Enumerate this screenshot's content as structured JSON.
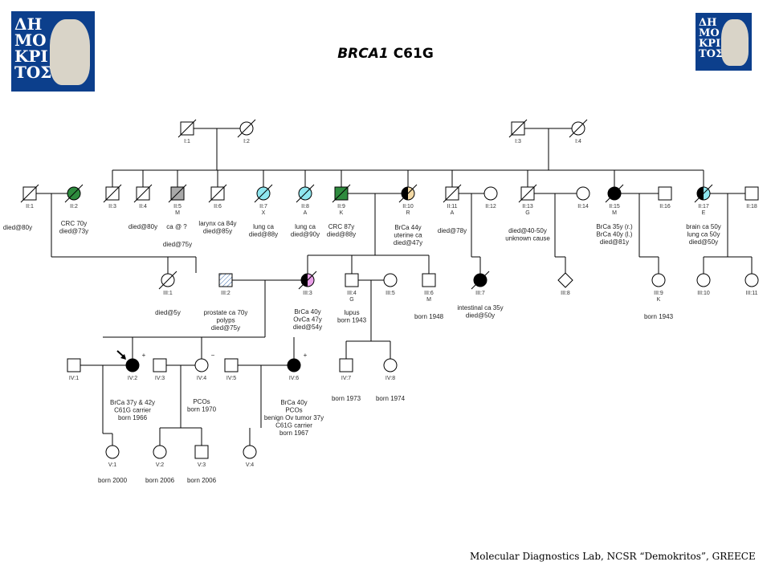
{
  "title": {
    "gene": "BRCA1",
    "variant": "C61G"
  },
  "footer": "Molecular Diagnostics Lab, NCSR “Demokritos”, GREECE",
  "logo": {
    "text": "ΔΗΜΟΚΡΙΤΟΣ",
    "bg": "#0c3f8c"
  },
  "colors": {
    "crc": "#2e8b3e",
    "lung": "#8ee6ef",
    "ovarian": "#e9a0e8",
    "uterine": "#f3d9a5",
    "cancer": "#000000",
    "affected_gray": "#a9a9a9",
    "line": "#000000"
  },
  "individuals": {
    "I1": {
      "label": "I:1"
    },
    "I2": {
      "label": "I:2"
    },
    "I3": {
      "label": "I:3"
    },
    "I4": {
      "label": "I:4"
    },
    "II1": {
      "label": "II:1",
      "notes": [
        "died@80y"
      ]
    },
    "II2": {
      "label": "II:2",
      "notes": [
        "CRC 70y",
        "died@73y"
      ]
    },
    "II3": {
      "label": "II:3"
    },
    "II4": {
      "label": "II:4",
      "notes": [
        "died@80y"
      ]
    },
    "II5": {
      "label": "II:5",
      "sub": "M",
      "notes": [
        "ca @ ?",
        "died@75y"
      ]
    },
    "II6": {
      "label": "II:6",
      "notes": [
        "larynx ca 84y",
        "died@85y"
      ]
    },
    "II7": {
      "label": "II:7",
      "sub": "X",
      "notes": [
        "lung ca",
        "died@88y"
      ]
    },
    "II8": {
      "label": "II:8",
      "sub": "A",
      "notes": [
        "lung ca",
        "died@90y"
      ]
    },
    "II9": {
      "label": "II:9",
      "sub": "K",
      "notes": [
        "CRC 87y",
        "died@88y"
      ]
    },
    "II10": {
      "label": "II:10",
      "sub": "R",
      "notes": [
        "BrCa 44y",
        "uterine ca",
        "died@47y"
      ]
    },
    "II11": {
      "label": "II:11",
      "sub": "A",
      "notes": [
        "died@78y"
      ]
    },
    "II12": {
      "label": "II:12"
    },
    "II13": {
      "label": "II:13",
      "sub": "G",
      "notes": [
        "died@40-50y",
        "unknown cause"
      ]
    },
    "II14": {
      "label": "II:14"
    },
    "II15": {
      "label": "II:15",
      "sub": "M",
      "notes": [
        "BrCa 35y (r.)",
        "BrCa 40y (l.)",
        "died@81y"
      ]
    },
    "II16": {
      "label": "II:16"
    },
    "II17": {
      "label": "II:17",
      "sub": "E",
      "notes": [
        "brain ca 50y",
        "lung ca 50y",
        "died@50y"
      ]
    },
    "II18": {
      "label": "II:18"
    },
    "III1": {
      "label": "III:1",
      "notes": [
        "died@5y"
      ]
    },
    "III2": {
      "label": "III:2",
      "notes": [
        "prostate ca 70y",
        "polyps",
        "died@75y"
      ]
    },
    "III3": {
      "label": "III:3",
      "notes": [
        "BrCa 40y",
        "OvCa 47y",
        "died@54y"
      ]
    },
    "III4": {
      "label": "III:4",
      "sub": "G",
      "notes": [
        "lupus",
        "born 1943"
      ]
    },
    "III5": {
      "label": "III:5"
    },
    "III6": {
      "label": "III:6",
      "sub": "M",
      "notes": [
        "born 1948"
      ]
    },
    "III7": {
      "label": "III:7",
      "notes": [
        "intestinal ca 35y",
        "died@50y"
      ]
    },
    "III8": {
      "label": "III:8"
    },
    "III9": {
      "label": "III:9",
      "sub": "K",
      "notes": [
        "born 1943"
      ]
    },
    "III10": {
      "label": "III:10"
    },
    "III11": {
      "label": "III:11"
    },
    "IV1": {
      "label": "IV:1"
    },
    "IV2": {
      "label": "IV:2",
      "status": "+",
      "notes": [
        "BrCa 37y & 42y",
        "C61G carrier",
        "born 1966"
      ]
    },
    "IV3": {
      "label": "IV:3"
    },
    "IV4": {
      "label": "IV:4",
      "status": "−",
      "notes": [
        "PCOs",
        "born 1970"
      ]
    },
    "IV5": {
      "label": "IV:5"
    },
    "IV6": {
      "label": "IV:6",
      "status": "+",
      "notes": [
        "BrCa 40y",
        "PCOs",
        "benign Ov tumor 37y",
        "C61G carrier",
        "born 1967"
      ]
    },
    "IV7": {
      "label": "IV:7",
      "notes": [
        "born 1973"
      ]
    },
    "IV8": {
      "label": "IV:8",
      "notes": [
        "born 1974"
      ]
    },
    "V1": {
      "label": "V:1",
      "notes": [
        "born 2000"
      ]
    },
    "V2": {
      "label": "V:2",
      "notes": [
        "born 2006"
      ]
    },
    "V3": {
      "label": "V:3",
      "notes": [
        "born 2006"
      ]
    },
    "V4": {
      "label": "V:4"
    }
  }
}
